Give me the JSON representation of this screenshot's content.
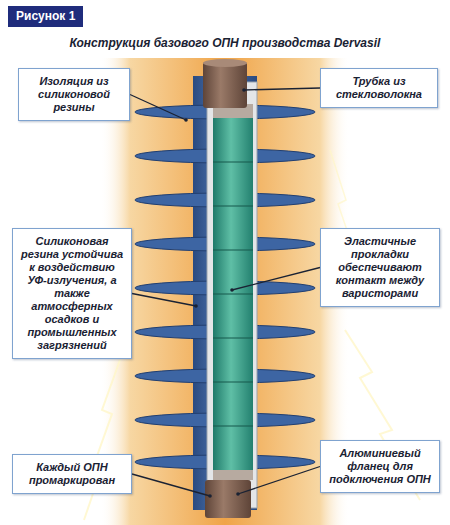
{
  "diagram": {
    "title": "Конструкция базового ОПН производства Dervasil",
    "nodes": [
      {
        "text": [
          "Рисунок 1"
        ]
      },
      {
        "text": [
          "Изоляция из силиконовой резины"
        ]
      },
      {
        "text": [
          "Трубка из стекловолокна"
        ]
      },
      {
        "text": [
          "Силиконовая резина устойчива к воздействию УФ-излучения, а также атмосферных осадков и промышленных загрязнений"
        ]
      },
      {
        "text": [
          "Эластичные прокладки обеспечивают контакт между варисторами"
        ]
      },
      {
        "text": [
          "Каждый ОПН промаркирован"
        ]
      },
      {
        "text": [
          "Алюминиевый фланец для подключения ОПН"
        ]
      }
    ]
  }
}
